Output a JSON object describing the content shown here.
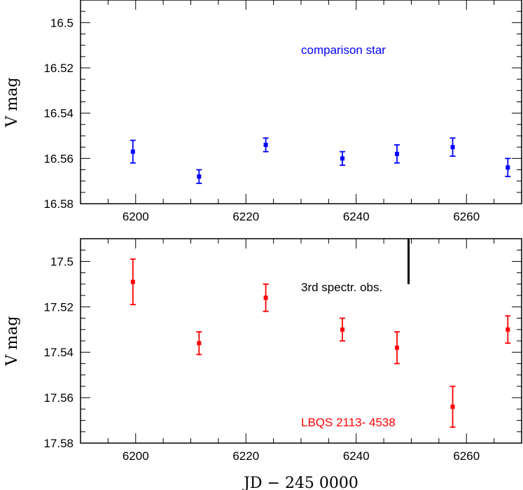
{
  "chart_data": [
    {
      "type": "scatter",
      "ylabel": "V mag",
      "xlabel": "",
      "xlim": [
        6190,
        6270
      ],
      "ylim": [
        16.58,
        16.49
      ],
      "y_inverted": true,
      "x_ticks": [
        "6200",
        "6220",
        "6240",
        "6260"
      ],
      "y_ticks": [
        "16.5",
        "16.52",
        "16.54",
        "16.56",
        "16.58"
      ],
      "color": "#0000ff",
      "annotations": [
        {
          "text": "comparison star",
          "color": "#0000ff"
        }
      ],
      "series": [
        {
          "name": "comparison star",
          "x": [
            6199.5,
            6211.5,
            6223.6,
            6237.5,
            6247.4,
            6257.5,
            6267.5
          ],
          "y": [
            16.557,
            16.568,
            16.554,
            16.56,
            16.558,
            16.555,
            16.564
          ],
          "err": [
            0.005,
            0.003,
            0.003,
            0.003,
            0.004,
            0.004,
            0.004
          ]
        }
      ]
    },
    {
      "type": "scatter",
      "ylabel": "V mag",
      "xlabel": "JD − 245 0000",
      "xlim": [
        6190,
        6270
      ],
      "ylim": [
        17.58,
        17.49
      ],
      "y_inverted": true,
      "x_ticks": [
        "6200",
        "6220",
        "6240",
        "6260"
      ],
      "y_ticks": [
        "17.5",
        "17.52",
        "17.54",
        "17.56",
        "17.58"
      ],
      "color": "#ff0000",
      "annotations": [
        {
          "text": "3rd spectr. obs.",
          "color": "#000000"
        },
        {
          "text": "LBQS 2113- 4538",
          "color": "#ff0000"
        }
      ],
      "vline_x": 6249.5,
      "series": [
        {
          "name": "LBQS 2113- 4538",
          "x": [
            6199.5,
            6211.5,
            6223.6,
            6237.5,
            6247.4,
            6257.5,
            6267.5
          ],
          "y": [
            17.509,
            17.536,
            17.516,
            17.53,
            17.538,
            17.564,
            17.53
          ],
          "err": [
            0.01,
            0.005,
            0.006,
            0.005,
            0.007,
            0.009,
            0.006
          ]
        }
      ]
    }
  ]
}
